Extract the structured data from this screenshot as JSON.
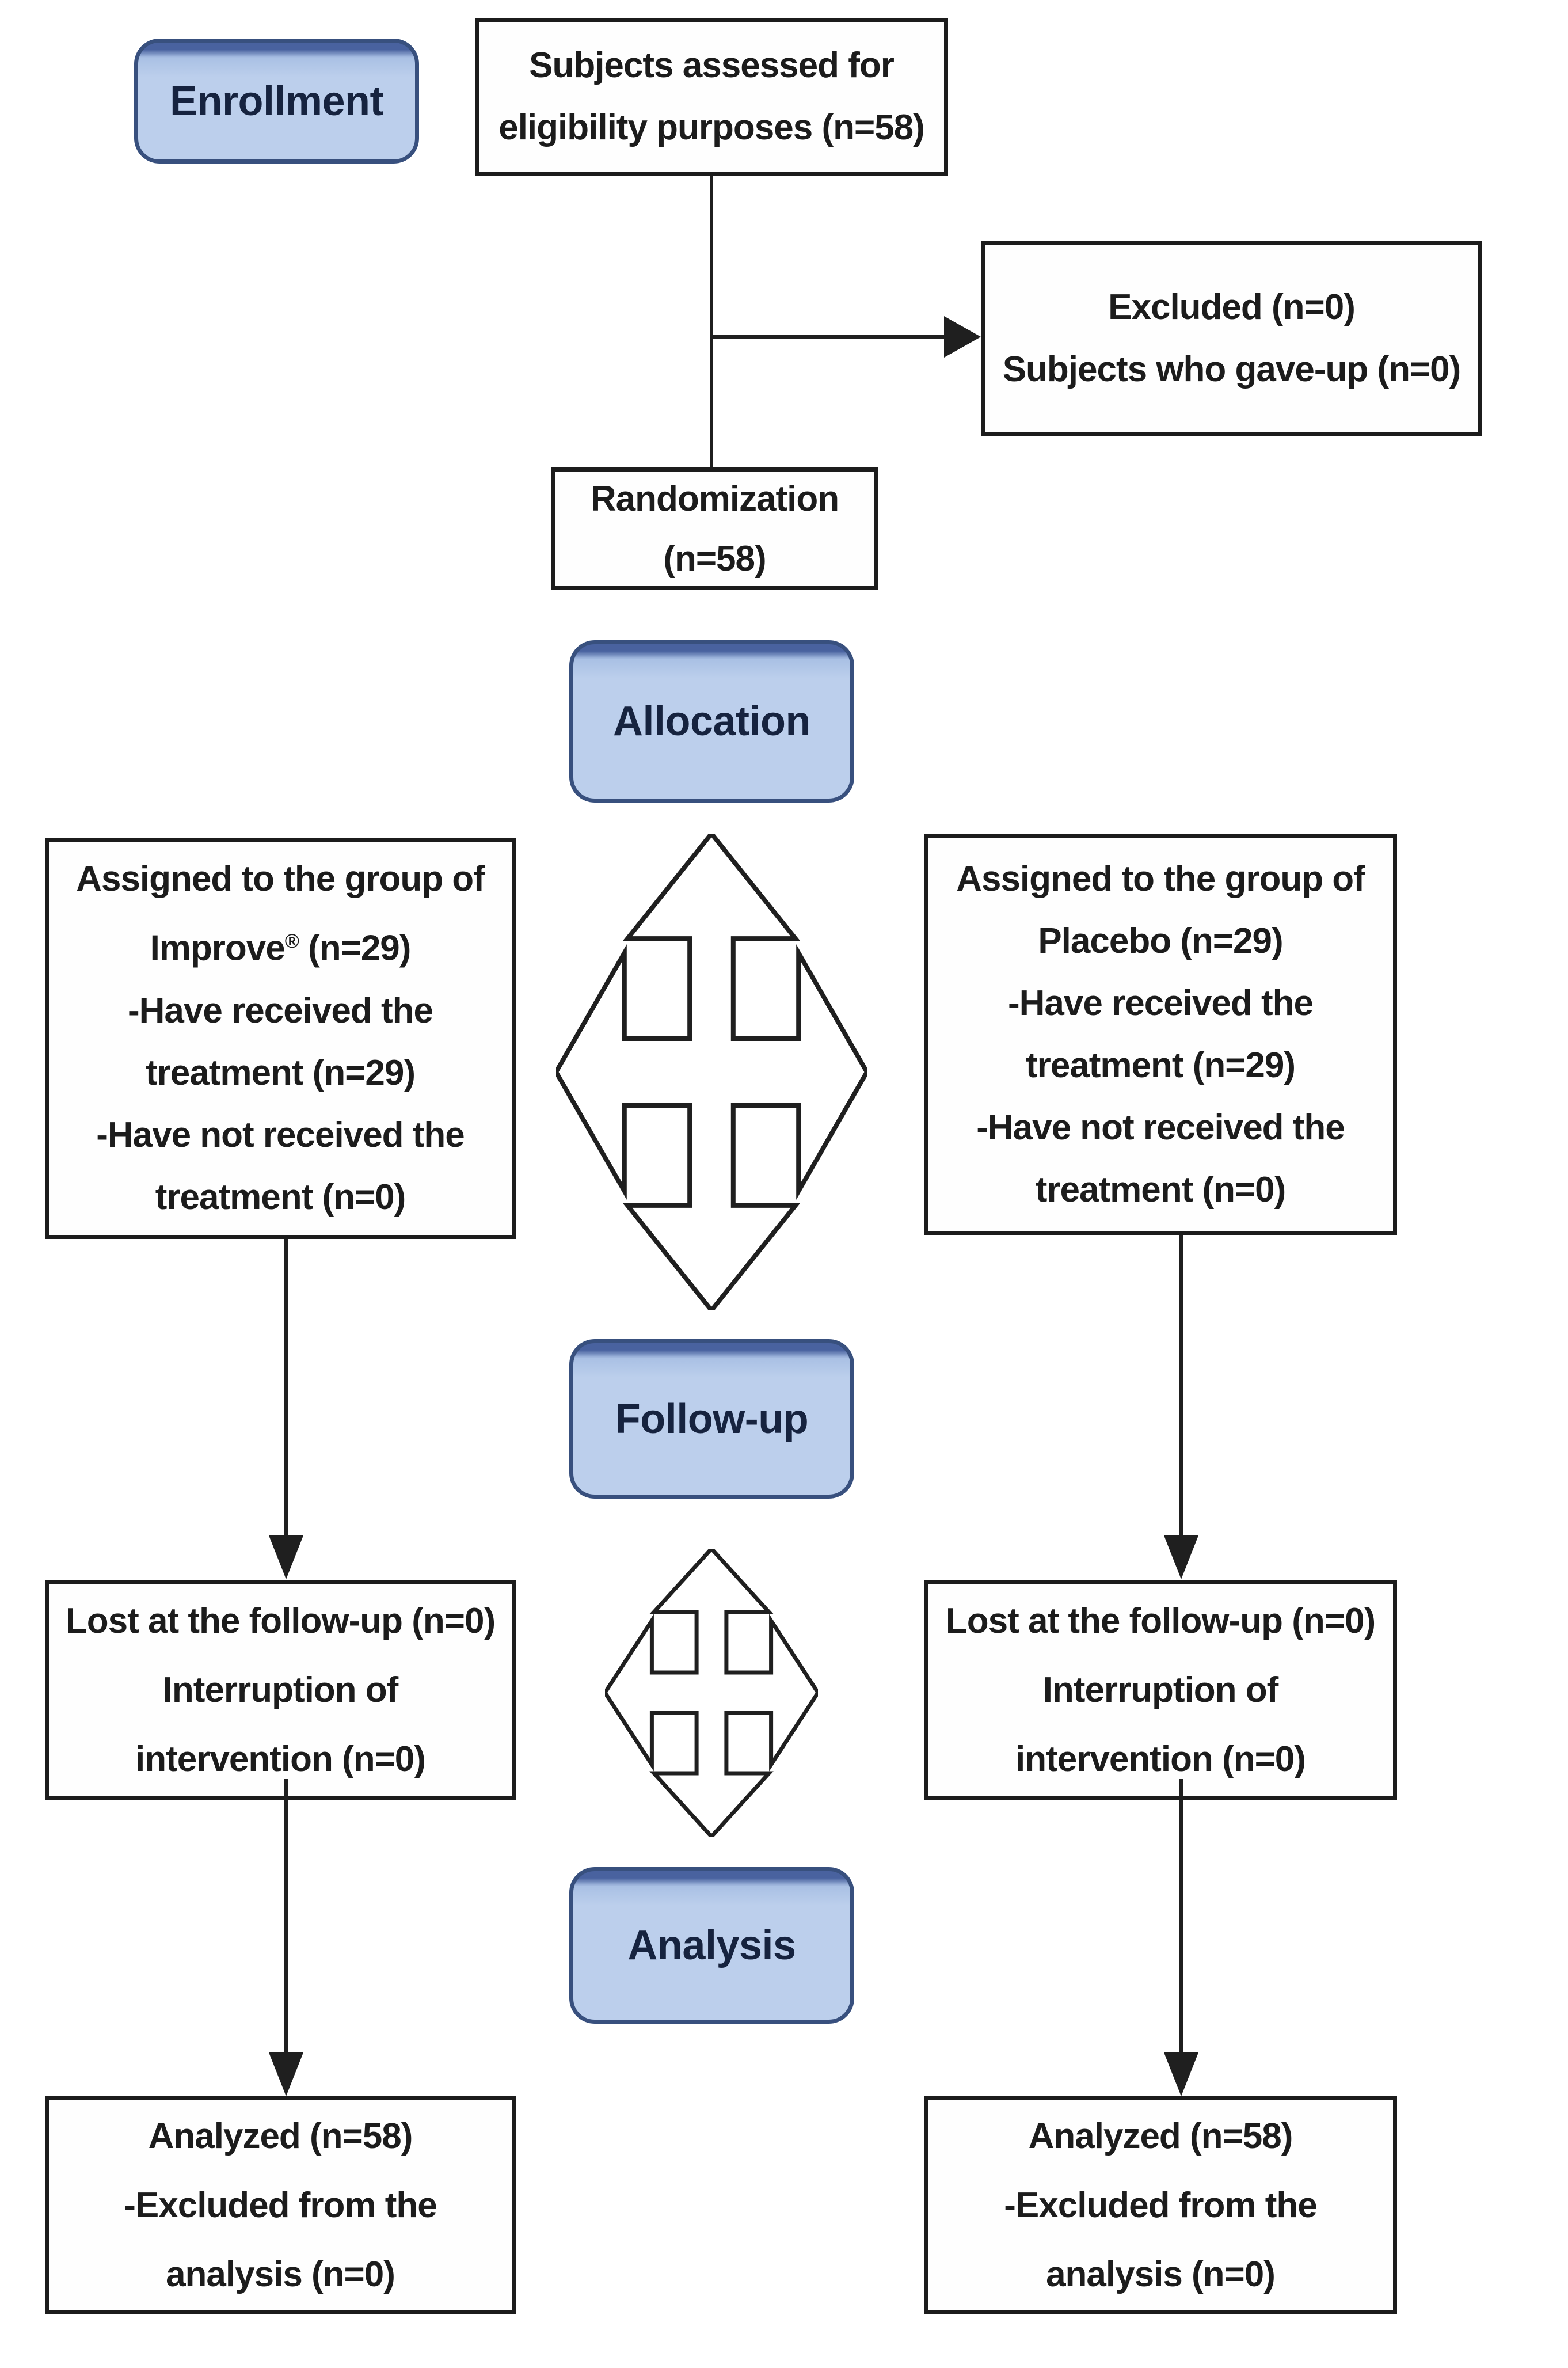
{
  "colors": {
    "stage_fill": "#bccfec",
    "stage_band": "#49629f",
    "stage_border": "#38507e",
    "stage_text": "#16233f",
    "box_background": "#fefefe",
    "box_border": "#1c1c1c",
    "box_text": "#1c1c1c",
    "connector": "#1f1f1f",
    "background": "#ffffff"
  },
  "stages": {
    "enrollment": {
      "label": "Enrollment"
    },
    "allocation": {
      "label": "Allocation"
    },
    "followup": {
      "label": "Follow-up"
    },
    "analysis": {
      "label": "Analysis"
    }
  },
  "boxes": {
    "eligibility": {
      "lines": [
        "Subjects assessed for",
        "eligibility purposes (n=58)"
      ]
    },
    "excluded": {
      "lines": [
        "Excluded (n=0)",
        "Subjects who gave-up (n=0)"
      ]
    },
    "randomization": {
      "lines": [
        "Randomization",
        "(n=58)"
      ]
    },
    "group_improve": {
      "lines": [
        "Assigned to the group of",
        "Improve® (n=29)",
        "-Have received the",
        "treatment (n=29)",
        "-Have not received the",
        "treatment (n=0)"
      ]
    },
    "group_placebo": {
      "lines": [
        "Assigned to the group of",
        "Placebo (n=29)",
        "-Have received the",
        "treatment (n=29)",
        "-Have not received the",
        "treatment (n=0)"
      ]
    },
    "followup_improve": {
      "lines": [
        "Lost at the follow-up (n=0)",
        "Interruption of",
        "intervention (n=0)"
      ]
    },
    "followup_placebo": {
      "lines": [
        "Lost at the follow-up (n=0)",
        "Interruption of",
        "intervention (n=0)"
      ]
    },
    "analysis_improve": {
      "lines": [
        "Analyzed (n=58)",
        "-Excluded from the",
        "analysis (n=0)"
      ]
    },
    "analysis_placebo": {
      "lines": [
        "Analyzed (n=58)",
        "-Excluded from the",
        "analysis (n=0)"
      ]
    }
  },
  "icons": {
    "four_way_large": "four-way-move-arrow",
    "four_way_small": "four-way-move-arrow"
  }
}
